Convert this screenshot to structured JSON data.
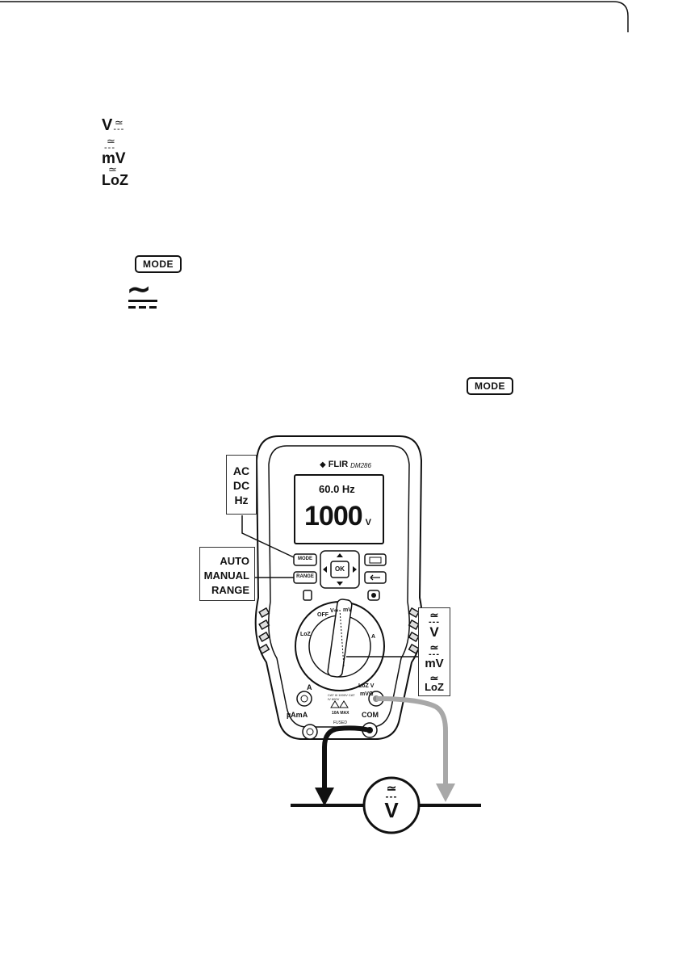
{
  "page_rule": {
    "visible": true
  },
  "mode_symbols": [
    {
      "label": "V",
      "accent": "≃",
      "accent2": "---"
    },
    {
      "label": "mV",
      "accent": "≃",
      "accent2": "---"
    },
    {
      "label": "LoZ",
      "accent": "≃",
      "accent2": "---"
    }
  ],
  "mode_button_label": "MODE",
  "ac_symbol": "∼",
  "dc_symbol": "---",
  "meter": {
    "brand": "FLIR",
    "model": "DM286",
    "display_hz": "60.0 Hz",
    "display_value": "1000",
    "display_unit": "V",
    "btn_mode": "MODE",
    "btn_range": "RANGE",
    "btn_ok": "OK",
    "dial_labels": [
      "OFF",
      "V≃",
      "mV",
      "A",
      "LoZ"
    ],
    "jack_a": "A",
    "jack_uamA": "µAmA",
    "jack_com": "COM",
    "jack_v": "LoZ V",
    "jack_v2": "mVΩ",
    "cat_text": "CAT III 1000V  CAT IV 600V",
    "fuse_text": "10A MAX",
    "fuse_text2": "FUSED"
  },
  "callout_left_top": {
    "lines": [
      "AC",
      "DC",
      "Hz"
    ]
  },
  "callout_left_bottom": {
    "lines": [
      "AUTO",
      "MANUAL",
      "RANGE"
    ]
  },
  "callout_right": [
    {
      "top": "≃",
      "mid": "---",
      "label": "V"
    },
    {
      "top": "≃",
      "mid": "---",
      "label": "mV"
    },
    {
      "top": "≃",
      "mid": "",
      "label": "LoZ"
    }
  ],
  "circuit_symbol": {
    "top": "≃",
    "mid": "---",
    "label": "V"
  }
}
